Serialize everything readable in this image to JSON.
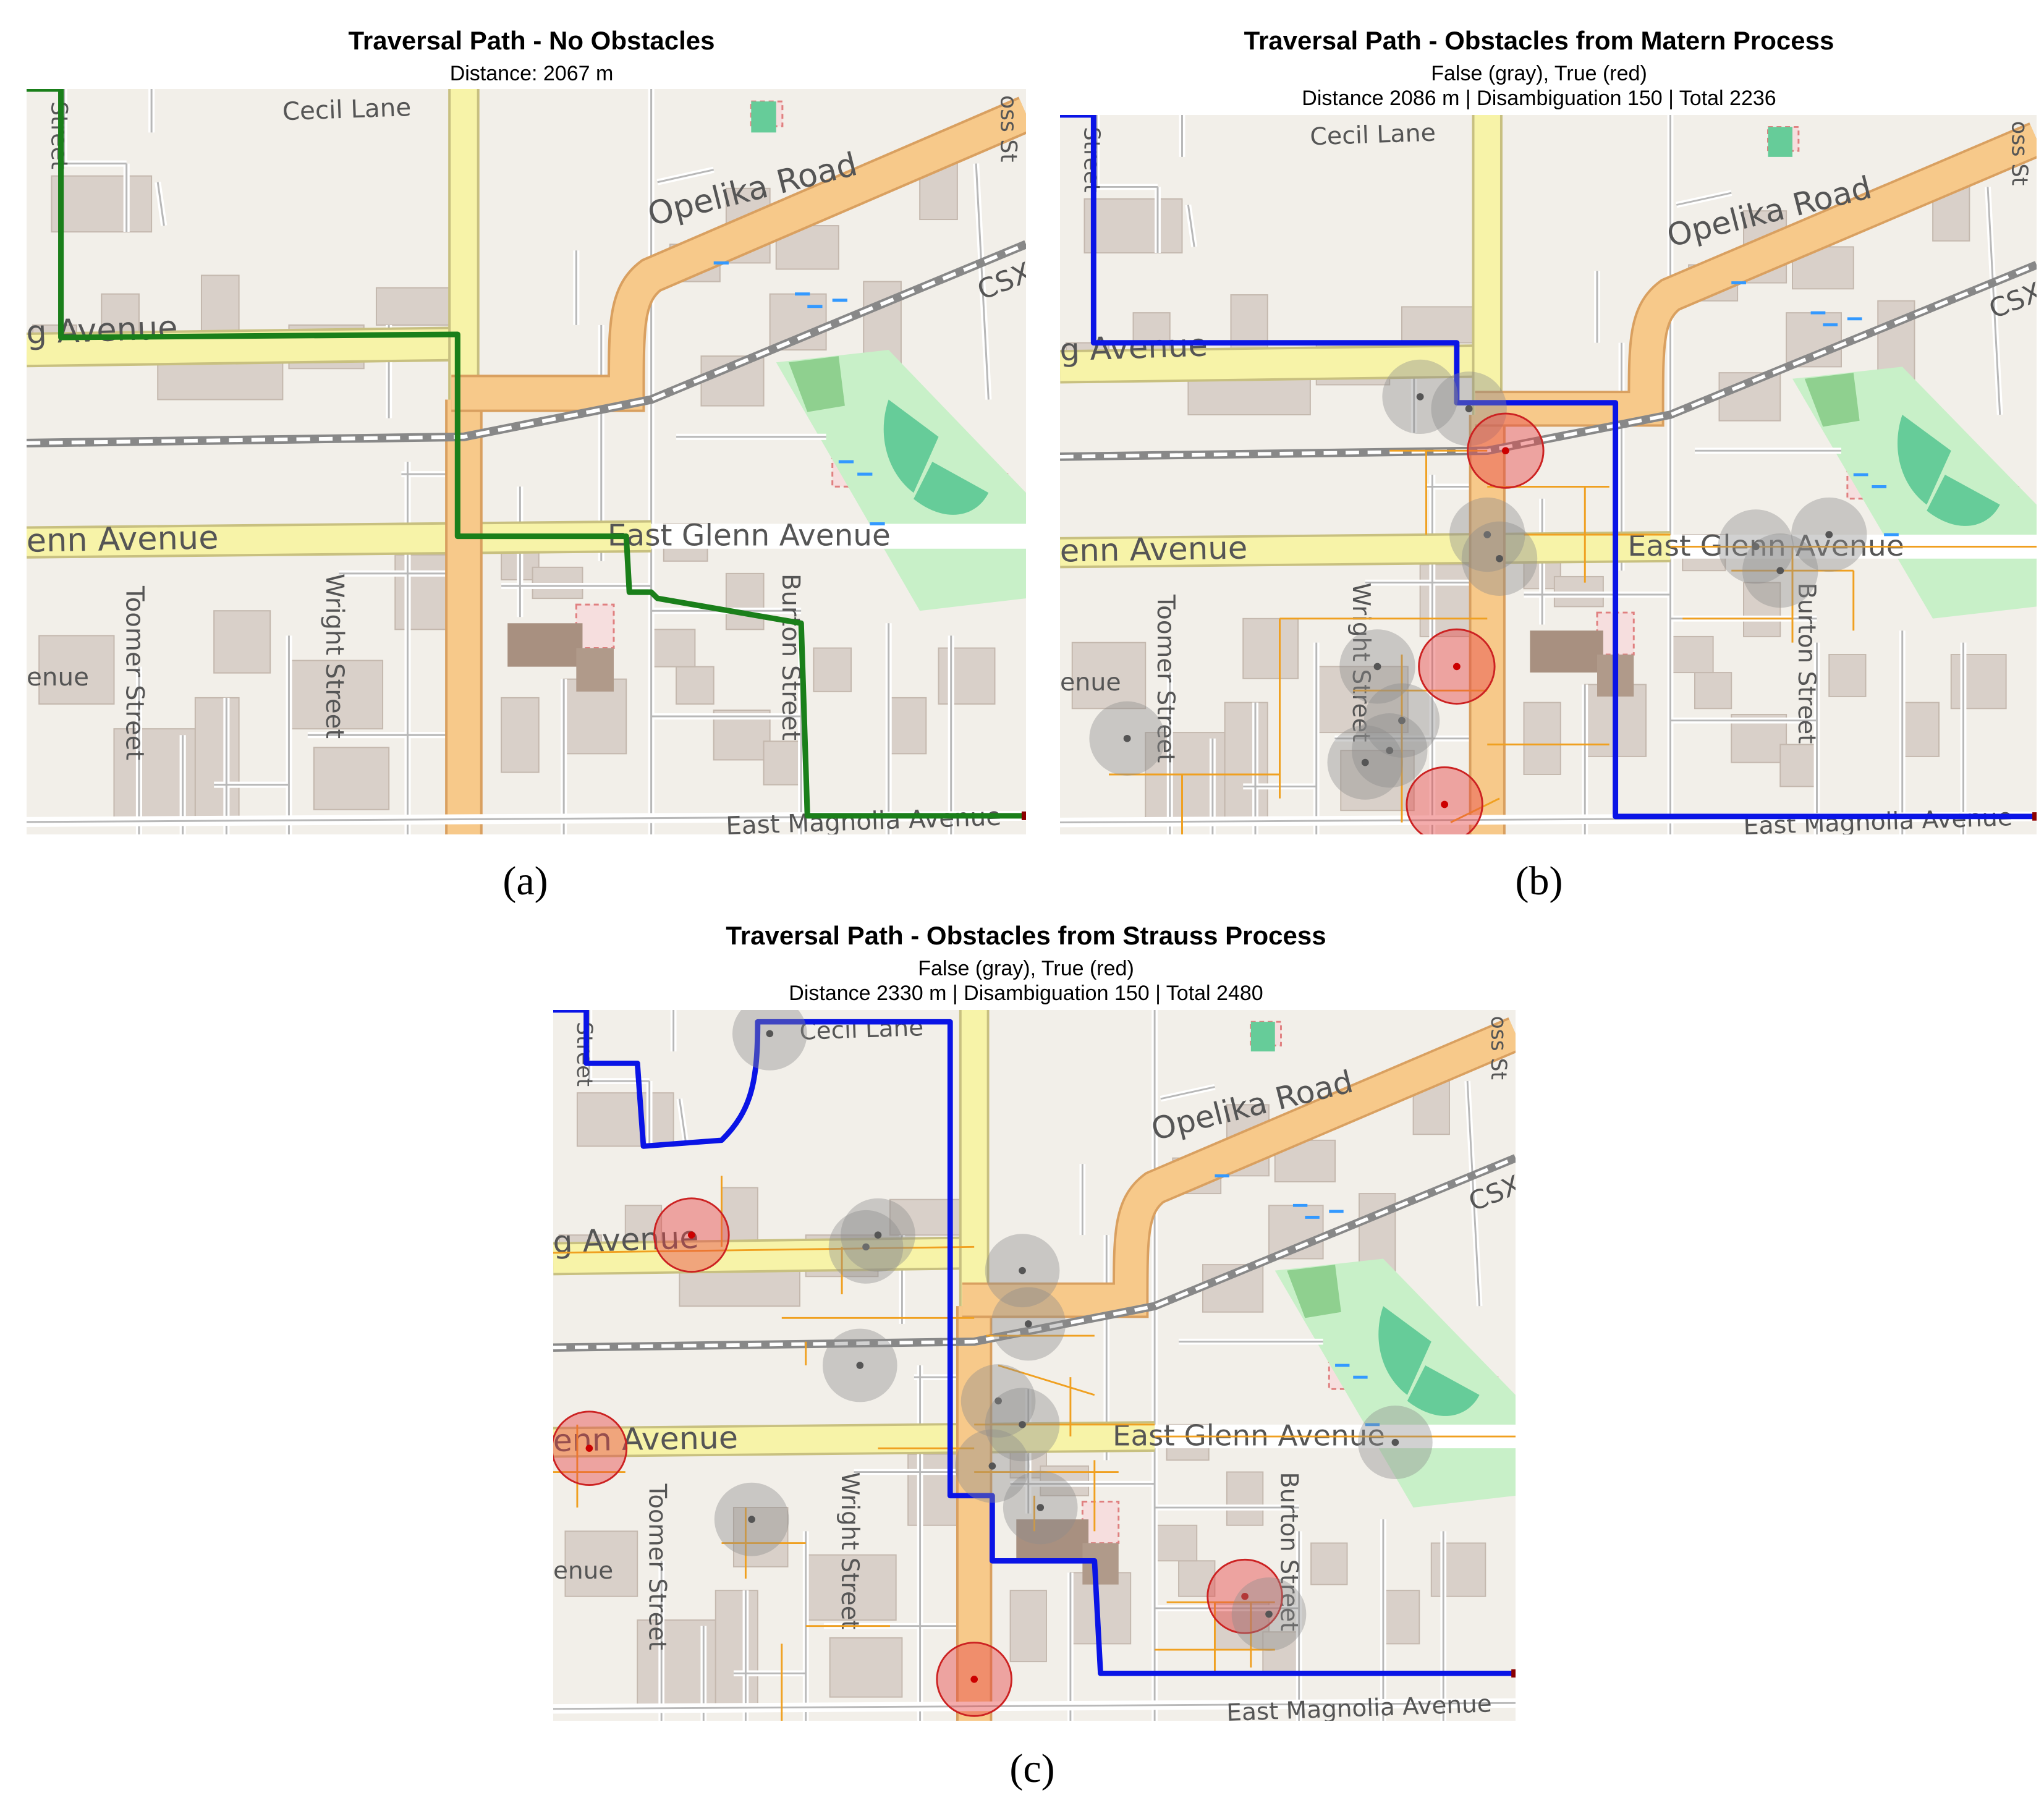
{
  "panels": [
    {
      "id": "a",
      "label": "(a)",
      "title": "Traversal Path - No Obstacles",
      "subtitle_lines": [
        "Distance: 2067 m"
      ],
      "path_color": "#1a7f1a",
      "obstacles": []
    },
    {
      "id": "b",
      "label": "(b)",
      "title": "Traversal Path - Obstacles from Matern Process",
      "subtitle_lines": [
        "False (gray), True (red)",
        "Distance 2086 m | Disambiguation 150 | Total 2236"
      ],
      "path_color": "#0a14e6",
      "obstacles": [
        {
          "kind": "false"
        },
        {
          "kind": "false"
        },
        {
          "kind": "true"
        },
        {
          "kind": "false"
        },
        {
          "kind": "false"
        },
        {
          "kind": "false"
        },
        {
          "kind": "false"
        },
        {
          "kind": "false"
        },
        {
          "kind": "true"
        },
        {
          "kind": "false"
        },
        {
          "kind": "false"
        },
        {
          "kind": "false"
        },
        {
          "kind": "false"
        },
        {
          "kind": "true"
        },
        {
          "kind": "false"
        }
      ]
    },
    {
      "id": "c",
      "label": "(c)",
      "title": "Traversal Path - Obstacles from Strauss Process",
      "subtitle_lines": [
        "False (gray), True (red)",
        "Distance 2330 m | Disambiguation 150 | Total 2480"
      ],
      "path_color": "#0a14e6",
      "obstacles": [
        {
          "kind": "false"
        },
        {
          "kind": "true"
        },
        {
          "kind": "false"
        },
        {
          "kind": "false"
        },
        {
          "kind": "false"
        },
        {
          "kind": "false"
        },
        {
          "kind": "false"
        },
        {
          "kind": "true"
        },
        {
          "kind": "false"
        },
        {
          "kind": "false"
        },
        {
          "kind": "false"
        },
        {
          "kind": "false"
        },
        {
          "kind": "false"
        },
        {
          "kind": "true"
        },
        {
          "kind": "false"
        },
        {
          "kind": "false"
        },
        {
          "kind": "true"
        }
      ]
    }
  ],
  "map_labels": {
    "cecil_lane": "Cecil Lane",
    "opelika_road": "Opelika Road",
    "avenue_top": "g Avenue",
    "glenn_west": "enn Avenue",
    "east_glenn": "East Glenn Avenue",
    "toomer": "Toomer Street",
    "wright": "Wright Street",
    "burton": "Burton Street",
    "magnolia": "East Magnolia Avenue",
    "csx": "CSX",
    "enue": "enue",
    "street_left": "Street",
    "ross": "oss St"
  },
  "colors": {
    "false_obstacle": "#8c8c8c",
    "true_obstacle": "#e64646",
    "sidewalk_network": "#f0a020",
    "major_road": "#f7c98a",
    "secondary_road": "#f7f3a8"
  }
}
